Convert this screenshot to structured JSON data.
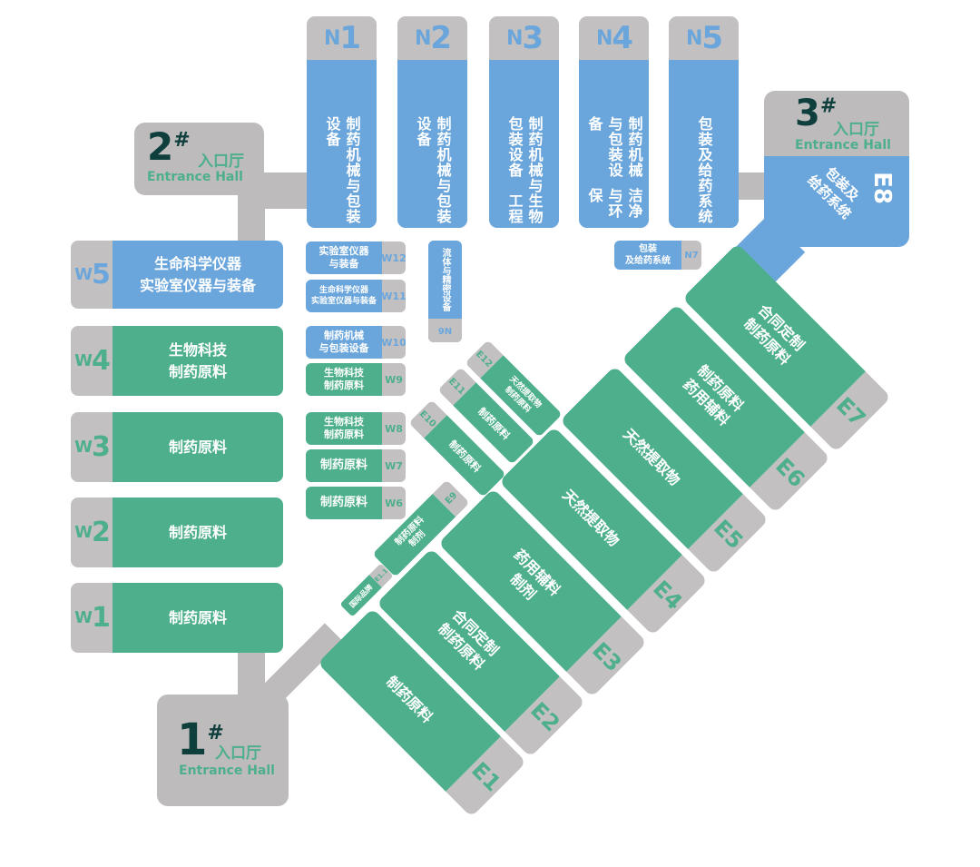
{
  "entrances": {
    "e1": {
      "num": "1",
      "mark": "#",
      "cn": "入口厅",
      "en": "Entrance Hall"
    },
    "e2": {
      "num": "2",
      "mark": "#",
      "cn": "入口厅",
      "en": "Entrance Hall"
    },
    "e3": {
      "num": "3",
      "mark": "#",
      "cn": "入口厅",
      "en": "Entrance Hall"
    }
  },
  "north": [
    {
      "prefix": "N",
      "num": "1",
      "lines": [
        "制药机械与包装设备"
      ]
    },
    {
      "prefix": "N",
      "num": "2",
      "lines": [
        "制药机械与包装设备"
      ]
    },
    {
      "prefix": "N",
      "num": "3",
      "lines": [
        "制药机械与包装设备",
        "生物工程"
      ]
    },
    {
      "prefix": "N",
      "num": "4",
      "lines": [
        "制药机械与包装设备",
        "洁净与环保"
      ]
    },
    {
      "prefix": "N",
      "num": "5",
      "lines": [
        "包装及给药系统"
      ]
    }
  ],
  "e8": {
    "code": "E8",
    "lines": [
      "包装及",
      "给药系统"
    ]
  },
  "n7": {
    "code": "N7",
    "lines": [
      "包装",
      "及给药系统"
    ]
  },
  "n6": {
    "code": "N6",
    "lines": [
      "流体与",
      "精密设备"
    ]
  },
  "west": [
    {
      "prefix": "W",
      "num": "5",
      "lines": [
        "生命科学仪器",
        "实验室仪器与装备"
      ]
    },
    {
      "prefix": "W",
      "num": "4",
      "lines": [
        "生物科技",
        "制药原料"
      ]
    },
    {
      "prefix": "W",
      "num": "3",
      "lines": [
        "制药原料"
      ]
    },
    {
      "prefix": "W",
      "num": "2",
      "lines": [
        "制药原料"
      ]
    },
    {
      "prefix": "W",
      "num": "1",
      "lines": [
        "制药原料"
      ]
    }
  ],
  "west_small": [
    {
      "code": "W12",
      "lines": [
        "实验室仪器",
        "与装备"
      ]
    },
    {
      "code": "W11",
      "lines": [
        "生命科学仪器",
        "实验室仪器与装备"
      ]
    },
    {
      "code": "W10",
      "lines": [
        "制药机械",
        "与包装设备"
      ]
    },
    {
      "code": "W9",
      "lines": [
        "生物科技",
        "制药原料"
      ]
    },
    {
      "code": "W8",
      "lines": [
        "生物科技",
        "制药原料"
      ]
    },
    {
      "code": "W7",
      "lines": [
        "制药原料"
      ]
    },
    {
      "code": "W6",
      "lines": [
        "制药原料"
      ]
    }
  ],
  "east": [
    {
      "code": "E1",
      "lines": [
        "制药原料"
      ]
    },
    {
      "code": "E2",
      "lines": [
        "合同定制",
        "制药原料"
      ]
    },
    {
      "code": "E3",
      "lines": [
        "药用辅料",
        "制剂"
      ]
    },
    {
      "code": "E4",
      "lines": [
        "天然提取物"
      ]
    },
    {
      "code": "E5",
      "lines": [
        "天然提取物"
      ]
    },
    {
      "code": "E6",
      "lines": [
        "制药原料",
        "药用辅料"
      ]
    },
    {
      "code": "E7",
      "lines": [
        "合同定制",
        "制药原料"
      ]
    }
  ],
  "east_small": [
    {
      "code": "E9",
      "lines": [
        "制药原料",
        "制剂"
      ]
    },
    {
      "code": "E10",
      "lines": [
        "制药原料"
      ]
    },
    {
      "code": "E11",
      "lines": [
        "制药原料"
      ]
    },
    {
      "code": "E12",
      "lines": [
        "天然提取物",
        "制药原料"
      ]
    },
    {
      "code": "E1.1",
      "lines": [
        "国际品牌"
      ]
    }
  ],
  "colors": {
    "green": "#4daf8b",
    "blue": "#6aa6dc",
    "grey": "#bdbbbb",
    "dark": "#0f3f3c"
  }
}
